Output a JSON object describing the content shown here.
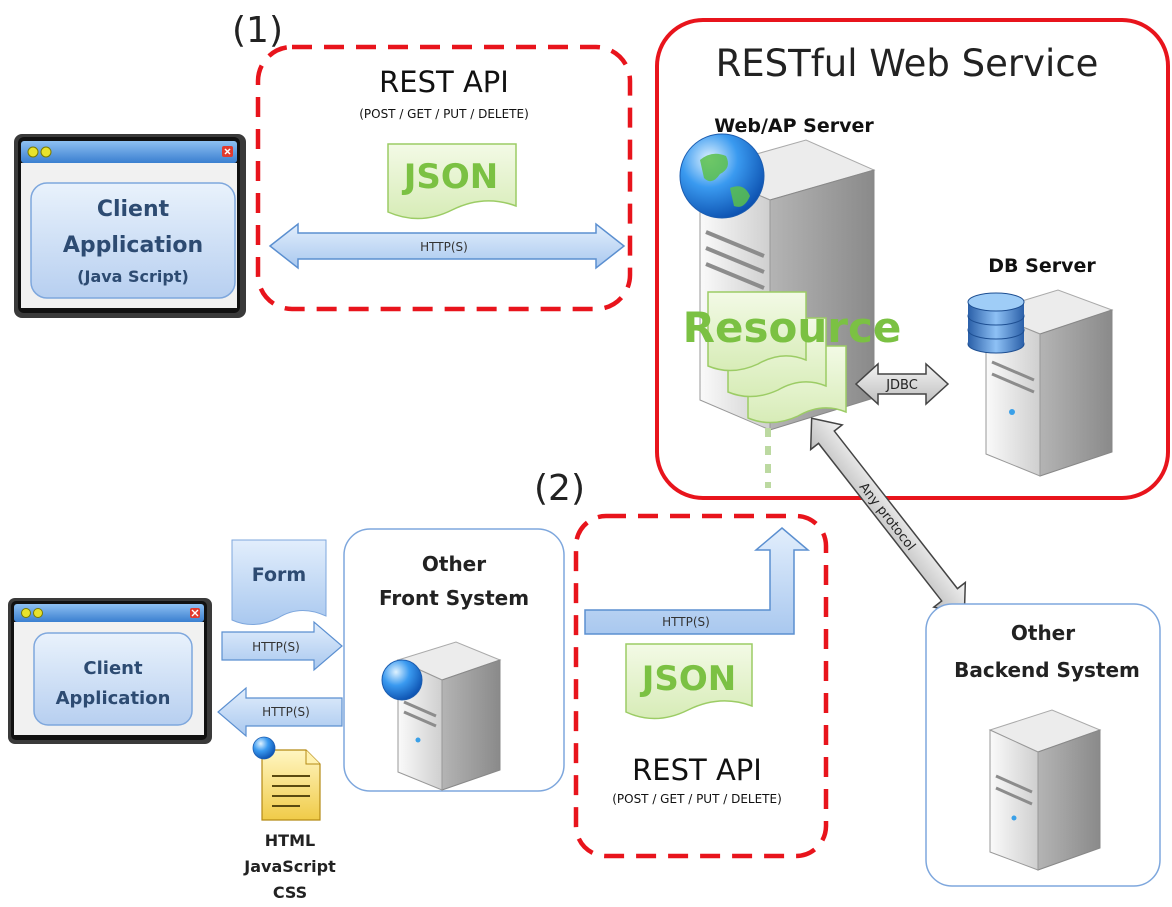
{
  "section1": {
    "number": "(1)",
    "title": "REST API",
    "methods": "(POST / GET / PUT / DELETE)",
    "payload": "JSON",
    "transport": "HTTP(S)"
  },
  "section2": {
    "number": "(2)",
    "title": "REST API",
    "methods": "(POST / GET / PUT / DELETE)",
    "payload": "JSON",
    "transport": "HTTP(S)"
  },
  "client_top": {
    "line1": "Client",
    "line2": "Application",
    "line3": "(Java Script)"
  },
  "client_bottom": {
    "line1": "Client",
    "line2": "Application"
  },
  "restful": {
    "title": "RESTful Web Service",
    "web_server_label": "Web/AP Server",
    "db_server_label": "DB Server",
    "resource_label": "Resource",
    "db_link_label": "JDBC"
  },
  "front": {
    "line1": "Other",
    "line2": "Front System",
    "form_label": "Form",
    "request_label": "HTTP(S)",
    "response_label": "HTTP(S)",
    "assets": [
      "HTML",
      "JavaScript",
      "CSS"
    ]
  },
  "backend": {
    "line1": "Other",
    "line2": "Backend System",
    "link_label": "Any protocol"
  },
  "colors": {
    "dash_red": "#e8141c",
    "service_red": "#e8141c",
    "arrow_blue": "#bcd6f6",
    "json_green": "#7bc143",
    "panel_blue": "#c8dcf6"
  }
}
